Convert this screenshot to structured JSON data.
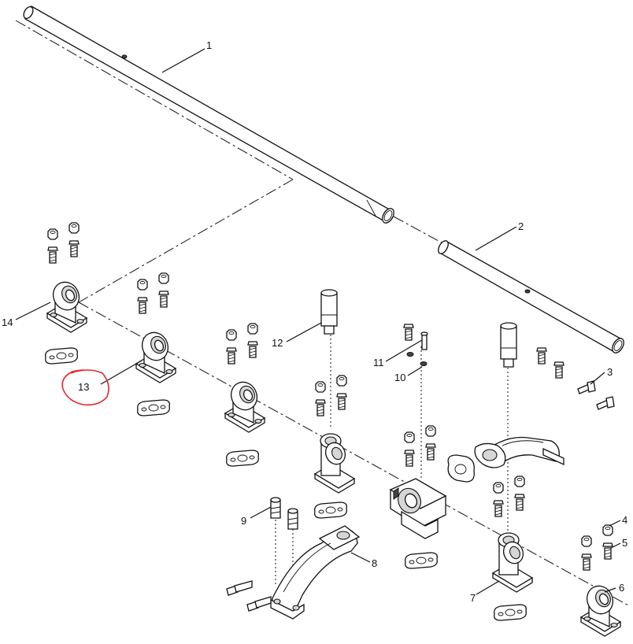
{
  "callouts": [
    "1",
    "2",
    "3",
    "4",
    "5",
    "6",
    "7",
    "8",
    "9",
    "10",
    "11",
    "12",
    "13",
    "14"
  ],
  "highlight": {
    "label": "13",
    "color": "#e3262c"
  },
  "colors": {
    "line": "#111111",
    "background": "#ffffff"
  }
}
